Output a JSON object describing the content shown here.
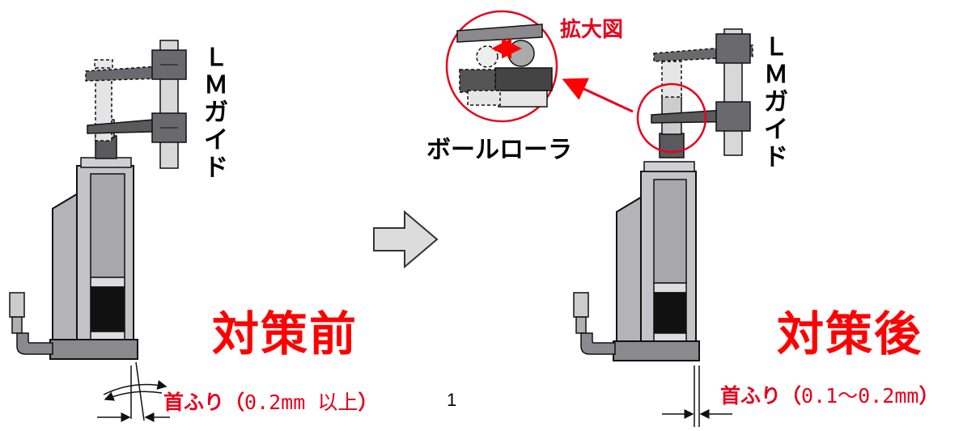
{
  "before": {
    "title": "対策前",
    "guide_chars": [
      "Ｌ",
      "Ｍ",
      "ガ",
      "イ",
      "ド"
    ],
    "swing_label_jp": "首ふり（",
    "swing_value": "0.2mm 以上",
    "swing_close": "）"
  },
  "after": {
    "title": "対策後",
    "guide_chars": [
      "Ｌ",
      "Ｍ",
      "ガ",
      "イ",
      "ド"
    ],
    "swing_label_jp": "首ふり（",
    "swing_value": "0.1～0.2mm",
    "swing_close": "）"
  },
  "zoom": {
    "label": "拡大図",
    "ball_roller_label": "ボールローラ"
  },
  "page_number": "1",
  "colors": {
    "accent_red": "#ff0000",
    "dark_gray": "#5a5a5e",
    "body_gray": "#b4b4b8",
    "light_gray": "#dcdcdc",
    "black": "#111111"
  }
}
